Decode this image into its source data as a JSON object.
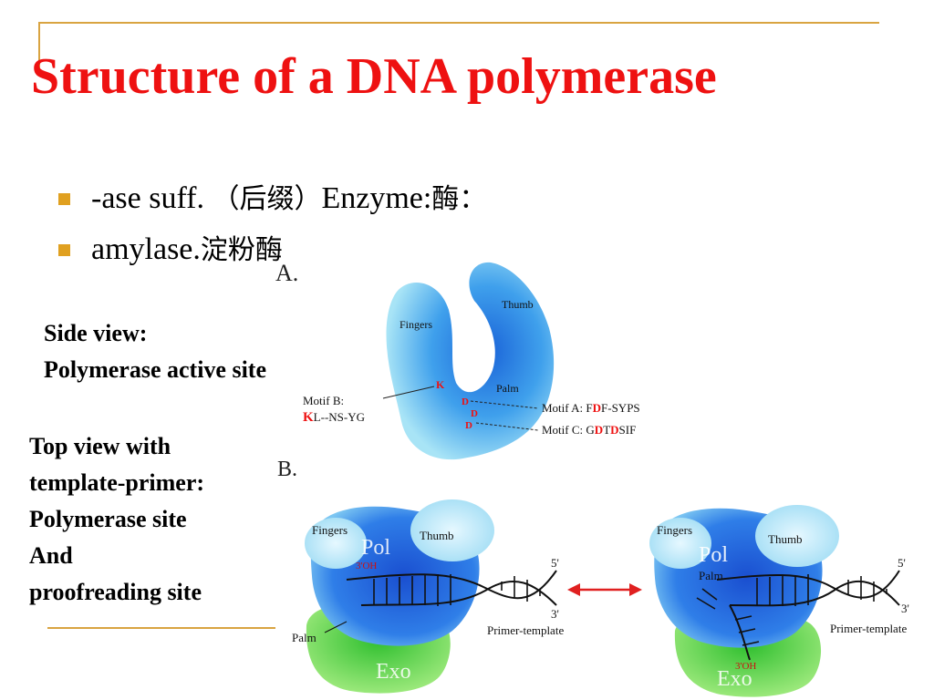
{
  "slide": {
    "title": "Structure of a DNA polymerase",
    "bullets": [
      {
        "latin": "-ase   suff. ",
        "cjk": "（后缀）",
        "latin2": "Enzyme:",
        "cjk2": "酶："
      },
      {
        "latin": "amylase.",
        "cjk": "淀粉酶",
        "latin2": "",
        "cjk2": ""
      }
    ],
    "caption_a": [
      "Side view:",
      "Polymerase active site"
    ],
    "caption_b": [
      "Top view with",
      "template-primer:",
      "Polymerase site",
      "And",
      "proofreading site"
    ]
  },
  "figure_a": {
    "panel_label": "A.",
    "fingers": "Fingers",
    "thumb": "Thumb",
    "palm": "Palm",
    "k": "K",
    "d1": "D",
    "d2": "D",
    "d3": "D",
    "motif_b": "Motif B:",
    "motif_b_seq_red": "K",
    "motif_b_seq": "L--NS-YG",
    "motif_a_pre": "Motif A: F",
    "motif_a_red": "D",
    "motif_a_post": "F-SYPS",
    "motif_c_pre": "Motif C: G",
    "motif_c_red1": "D",
    "motif_c_mid": "T",
    "motif_c_red2": "D",
    "motif_c_post": "SIF"
  },
  "figure_b": {
    "panel_label": "B.",
    "left": {
      "fingers": "Fingers",
      "thumb": "Thumb",
      "pol": "Pol",
      "exo": "Exo",
      "oh": "3'OH",
      "five": "5'",
      "three": "3'",
      "primer": "Primer-template",
      "palm": "Palm"
    },
    "right": {
      "fingers": "Fingers",
      "thumb": "Thumb",
      "pol": "Pol",
      "exo": "Exo",
      "oh": "3'OH",
      "five": "5'",
      "three": "3'",
      "primer": "Primer-template",
      "palm": "Palm"
    }
  },
  "colors": {
    "title": "#ee1111",
    "accent": "#d9a441",
    "bullet": "#e0a020",
    "arrow": "#e02020"
  }
}
